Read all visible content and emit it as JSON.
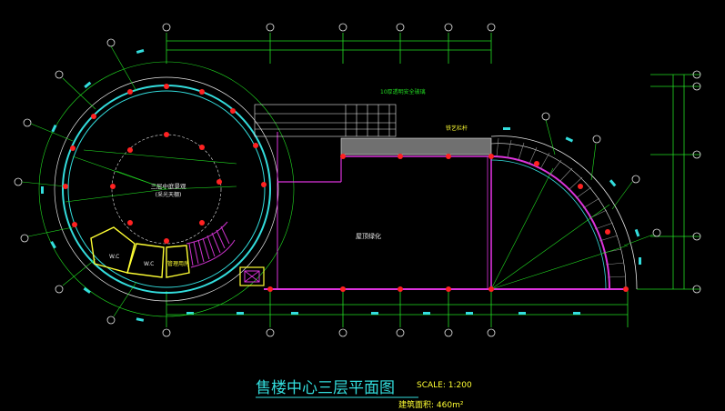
{
  "drawing": {
    "title": "售楼中心三层平面图",
    "scale": "SCALE: 1:200",
    "area_label": "建筑面积: 460m²",
    "rooms": {
      "center_room": "三层中庭景观",
      "center_room_sub": "(采光天棚)",
      "roof_garden": "屋顶绿化",
      "top_note": "10厚透明安全玻璃",
      "rail_label": "铁艺栏杆",
      "wc_left": "W.C",
      "wc_right": "W.C",
      "office": "管理用房"
    },
    "colors": {
      "background": "#000000",
      "wall_cyan": "#33dddd",
      "wall_magenta": "#dd33dd",
      "dim_green": "#22dd22",
      "title_cyan": "#33dddd",
      "column_red": "#ff2222",
      "stair_magenta": "#cc33cc"
    },
    "axis_icons": [
      "axis-bubble-icon",
      "column-dot-icon",
      "dimension-tick-icon"
    ]
  }
}
